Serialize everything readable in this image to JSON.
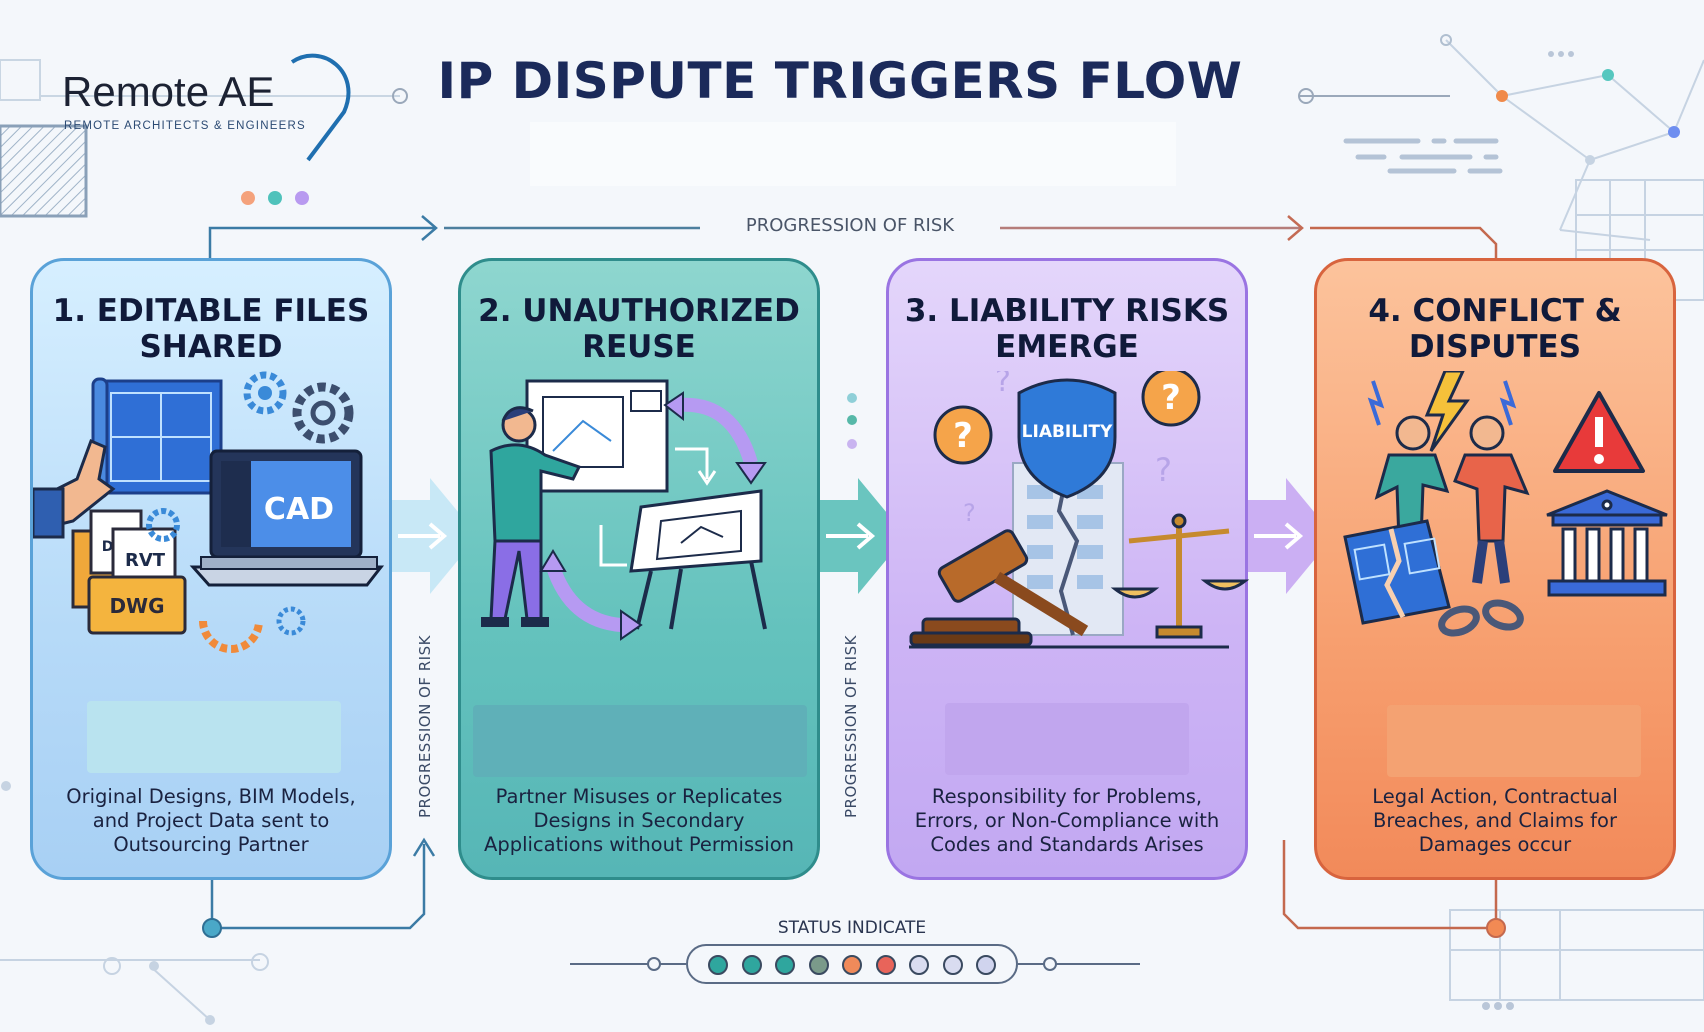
{
  "brand": {
    "name": "Remote AE",
    "tagline": "REMOTE ARCHITECTS & ENGINEERS"
  },
  "title": "IP DISPUTE TRIGGERS FLOW",
  "progression_label": "PROGRESSION OF RISK",
  "steps": [
    {
      "title": "1. EDITABLE FILES SHARED",
      "description": "Original Designs, BIM Models, and Project Data sent to Outsourcing Partner",
      "file_labels": [
        "CAD",
        "RVT",
        "DWG",
        "DV"
      ],
      "color": "#bfe2fb"
    },
    {
      "title": "2. UNAUTHORIZED REUSE",
      "description": "Partner Misuses or Replicates Designs in Secondary Applications without Permission",
      "color": "#78cfc8"
    },
    {
      "title": "3. LIABILITY RISKS EMERGE",
      "description": "Responsibility for Problems, Errors, or Non-Compliance with Codes and Standards Arises",
      "shield_label": "LIABILITY",
      "color": "#cdb6f6"
    },
    {
      "title": "4. CONFLICT & DISPUTES",
      "description": "Legal Action, Contractual Breaches, and Claims for Damages occur",
      "color": "#f7a97a"
    }
  ],
  "status": {
    "label": "STATUS INDICATE",
    "dots": [
      "#2fa69e",
      "#2fa69e",
      "#2fa69e",
      "#7a9a8a",
      "#f08a5a",
      "#e8645a",
      "#d9dcf0",
      "#d9dcf0",
      "#d0d4ee"
    ]
  }
}
